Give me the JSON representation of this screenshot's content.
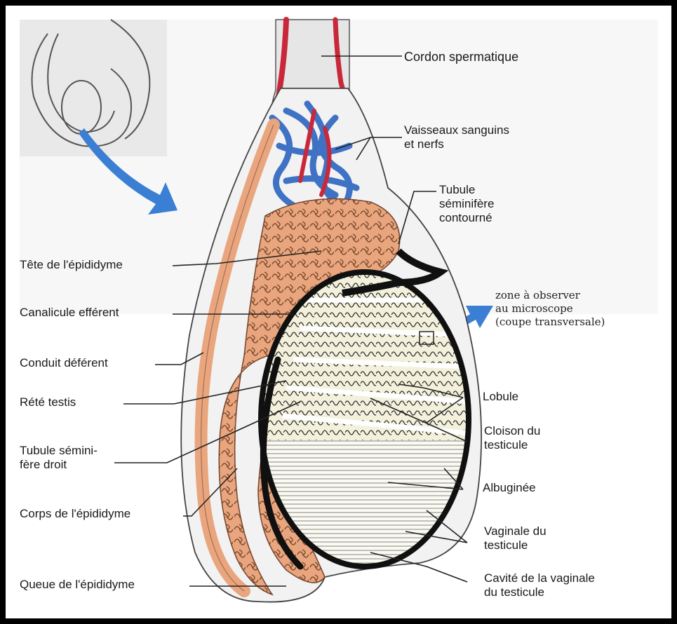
{
  "colors": {
    "tissue": "#e9a67e",
    "tissue_outline": "#7a4a34",
    "tubule_fill": "#f3f0dc",
    "artery": "#c8283a",
    "vein": "#3f72c4",
    "tunica": "#101010",
    "arrow": "#3b7fd4",
    "faded_bg": "#e6e6e6"
  },
  "labels": {
    "cordon": "Cordon spermatique",
    "vaisseaux": "Vaisseaux sanguins\net nerfs",
    "tubule_contourne": "Tubule\nséminifère\ncontourné",
    "tete": "Tête de l'épididyme",
    "canalicule": "Canalicule efférent",
    "conduit": "Conduit déférent",
    "rete": "Rété testis",
    "tubule_droit": "Tubule sémini-\nfère droit",
    "corps": "Corps de l'épididyme",
    "queue": "Queue de l'épididyme",
    "zone": "zone à observer\nau microscope\n(coupe transversale)",
    "lobule": "Lobule",
    "cloison": "Cloison du\ntesticule",
    "albuginee": "Albuginée",
    "vaginale": "Vaginale du\ntesticule",
    "cavite": "Cavité de la vaginale\ndu testicule"
  }
}
